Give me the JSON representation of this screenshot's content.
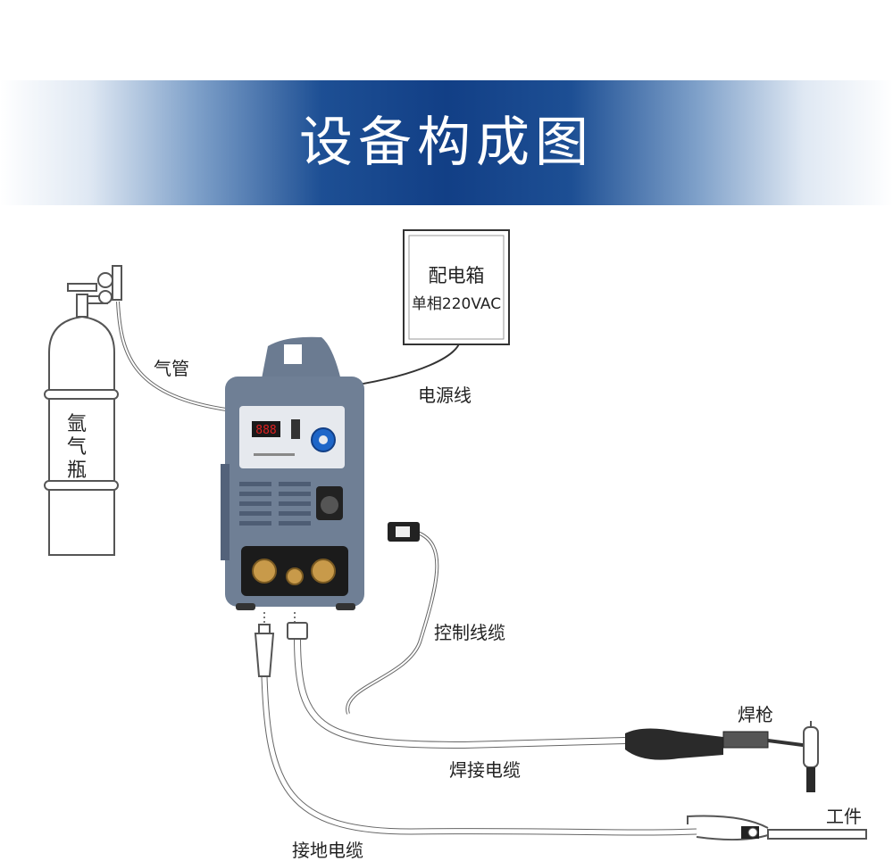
{
  "header": {
    "title": "设备构成图"
  },
  "power_box": {
    "title": "配电箱",
    "spec": "单相220VAC"
  },
  "cylinder": {
    "label_lines": [
      "氩",
      "气",
      "瓶"
    ]
  },
  "machine": {
    "display_value": "888"
  },
  "labels": {
    "gas_hose": "气管",
    "power_cable": "电源线",
    "control_cable": "控制线缆",
    "torch": "焊枪",
    "welding_cable": "焊接电缆",
    "workpiece": "工件",
    "ground_cable": "接地电缆"
  },
  "colors": {
    "banner_blue": "#123f86",
    "machine_body": "#6f7f95",
    "panel": "#e6e9ee",
    "display_red": "#e02020",
    "knob_blue": "#1e66c8",
    "terminal_brass": "#c89a4a"
  }
}
